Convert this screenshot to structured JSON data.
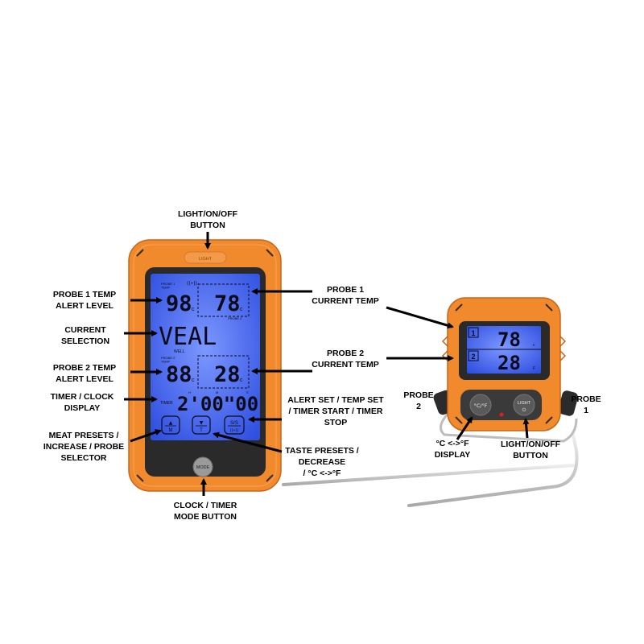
{
  "colors": {
    "body_orange": "#f08a2c",
    "body_orange_dark": "#d86f14",
    "bezel": "#2a2a2a",
    "lcd_blue": "#3d5ce8",
    "lcd_light": "#6f8cff",
    "segment": "#0b0b1c",
    "probe_steel": "#cfcfcf"
  },
  "device_large": {
    "top_button_label": "LIGHT",
    "probe_header": "PROBE 1\nTEMP",
    "alert1_value": "98",
    "alert1_unit": "c",
    "current1_value": "78",
    "current1_unit": "c",
    "probe2_header_tag": "PROBE 2",
    "selection_text": "VEAL",
    "doneness_text": "WELL",
    "probe2_lcd_header": "PROBE 2\nTEMP",
    "alert2_value": "88",
    "alert2_unit": "c",
    "current2_value": "28",
    "current2_unit": "c",
    "timer_tag": "TIMER",
    "timer_value": "2'00\"00",
    "timer_hour_mark": "H",
    "timer_min_mark": "M",
    "timer_sec_mark": "S",
    "btn_left_top": "▲",
    "btn_left_bottom": "M",
    "btn_mid_top": "▼",
    "btn_mid_bottom": "T",
    "btn_right_top": "S/S",
    "btn_right_bottom": "((•))",
    "mode_label": "MODE"
  },
  "device_small": {
    "probe1_index": "1",
    "probe1_value": "78",
    "probe1_unit": "c",
    "probe2_index": "2",
    "probe2_value": "28",
    "probe2_unit": "F",
    "cf_button_label": "°C/°F",
    "light_button_label": "LIGHT",
    "light_button_icon": "⏻"
  },
  "labels": {
    "light_on_off_top": "LIGHT/ON/OFF\nBUTTON",
    "probe1_alert": "PROBE 1 TEMP\nALERT LEVEL",
    "current_selection": "CURRENT\nSELECTION",
    "probe2_alert": "PROBE 2 TEMP\nALERT LEVEL",
    "timer_clock": "TIMER / CLOCK\nDISPLAY",
    "meat_presets": "MEAT PRESETS /\nINCREASE / PROBE\nSELECTOR",
    "probe1_current": "PROBE 1\nCURRENT TEMP",
    "probe2_current": "PROBE 2\nCURRENT TEMP",
    "alert_set": "ALERT SET / TEMP SET\n/ TIMER START / TIMER\nSTOP",
    "taste_presets": "TASTE PRESETS /\nDECREASE\n/ °C <->°F",
    "clock_timer_mode": "CLOCK / TIMER\nMODE BUTTON",
    "probe2_small": "PROBE\n2",
    "probe1_small": "PROBE\n1",
    "cf_display": "°C <->°F\nDISPLAY",
    "light_on_off_small": "LIGHT/ON/OFF\nBUTTON"
  }
}
